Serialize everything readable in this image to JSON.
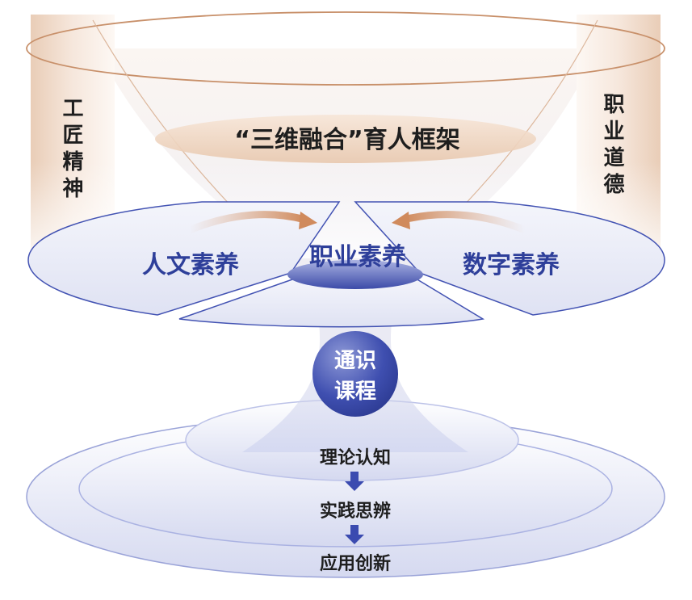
{
  "title": "“三维融合”育人框架",
  "pillars": {
    "left": "工匠精神",
    "right": "职业道德"
  },
  "literacies": [
    "人文素养",
    "职业素养",
    "数字素养"
  ],
  "core": {
    "line1": "通识",
    "line2": "课程"
  },
  "stages": [
    "理论认知",
    "实践思辨",
    "应用创新"
  ],
  "colors": {
    "blue": "#2e3f9a",
    "tan": "#c8906a",
    "light_blue": "#e4e7f5"
  }
}
